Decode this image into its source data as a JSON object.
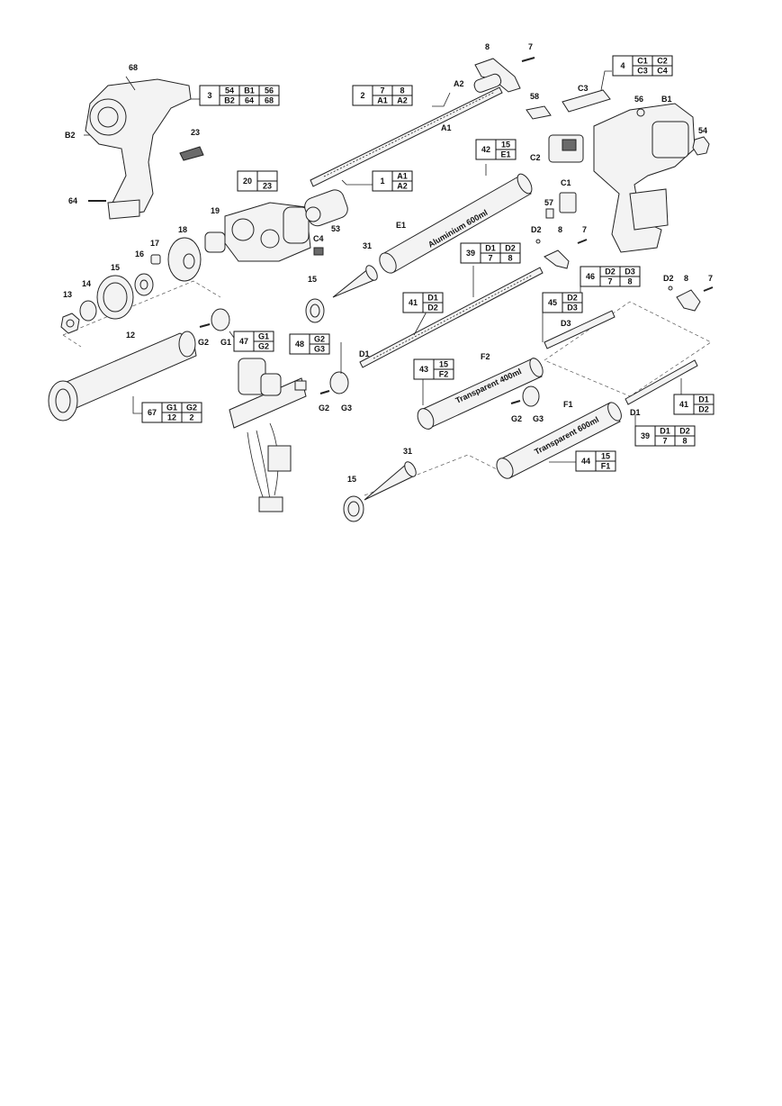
{
  "callouts": [
    {
      "id": "3",
      "cells": [
        "54",
        "B1",
        "56",
        "B2",
        "64",
        "68"
      ],
      "cols": 3
    },
    {
      "id": "2",
      "cells": [
        "7",
        "8",
        "A1",
        "A2"
      ],
      "cols": 2
    },
    {
      "id": "4",
      "cells": [
        "C1",
        "C2",
        "C3",
        "C4"
      ],
      "cols": 2
    },
    {
      "id": "42",
      "cells": [
        "15",
        "E1"
      ],
      "cols": 1
    },
    {
      "id": "1",
      "cells": [
        "A1",
        "A2"
      ],
      "cols": 1
    },
    {
      "id": "20",
      "cells": [
        "",
        "23"
      ],
      "cols": 1
    },
    {
      "id": "39",
      "cells": [
        "D1",
        "D2",
        "7",
        "8"
      ],
      "cols": 2
    },
    {
      "id": "46",
      "cells": [
        "D2",
        "D3",
        "7",
        "8"
      ],
      "cols": 2
    },
    {
      "id": "41",
      "cells": [
        "D1",
        "D2"
      ],
      "cols": 1
    },
    {
      "id": "45",
      "cells": [
        "D2",
        "D3"
      ],
      "cols": 1
    },
    {
      "id": "47",
      "cells": [
        "G1",
        "G2"
      ],
      "cols": 1
    },
    {
      "id": "48",
      "cells": [
        "G2",
        "G3"
      ],
      "cols": 1
    },
    {
      "id": "43",
      "cells": [
        "15",
        "F2"
      ],
      "cols": 1
    },
    {
      "id": "67",
      "cells": [
        "G1",
        "G2",
        "12",
        "2"
      ],
      "cols": 2
    },
    {
      "id": "44",
      "cells": [
        "15",
        "F1"
      ],
      "cols": 1
    },
    {
      "id": "41",
      "cells": [
        "D1",
        "D2"
      ],
      "cols": 1
    },
    {
      "id": "39",
      "cells": [
        "D1",
        "D2",
        "7",
        "8"
      ],
      "cols": 2
    }
  ],
  "labels": [
    "68",
    "B2",
    "64",
    "23",
    "8",
    "7",
    "A2",
    "A1",
    "58",
    "C3",
    "56",
    "B1",
    "54",
    "C2",
    "C1",
    "57",
    "D2",
    "7",
    "8",
    "19",
    "18",
    "17",
    "16",
    "15",
    "14",
    "13",
    "12",
    "C4",
    "53",
    "E1",
    "31",
    "15",
    "G2",
    "G1",
    "D1",
    "G2",
    "G3",
    "D2",
    "8",
    "7",
    "D3",
    "F2",
    "G2",
    "G3",
    "F1",
    "D1",
    "31",
    "15"
  ],
  "cartridges": {
    "aluminium": "Aluminium 600ml",
    "transparent_400": "Transparent 400ml",
    "transparent_600": "Transparent 600ml"
  }
}
